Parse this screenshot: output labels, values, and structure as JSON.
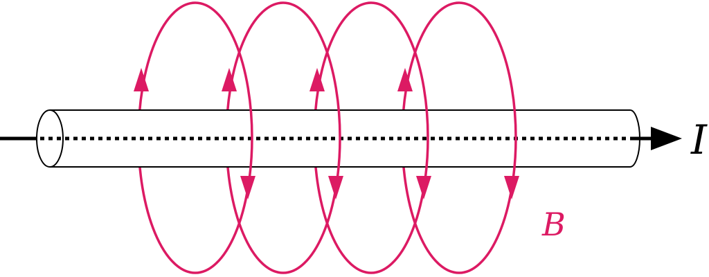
{
  "labels": {
    "current": "I",
    "field": "B"
  },
  "colors": {
    "field": "#dc1a63",
    "conductor": "#000000",
    "background": "#ffffff"
  },
  "field_loops": 4
}
